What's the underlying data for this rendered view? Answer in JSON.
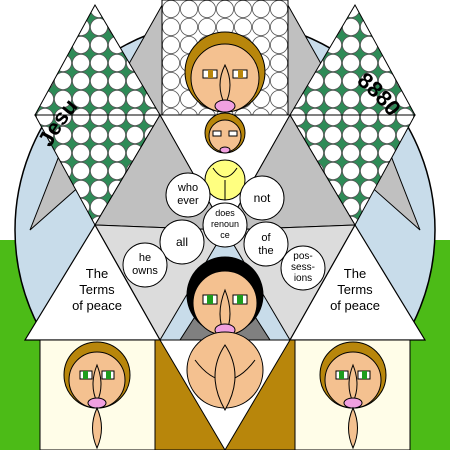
{
  "arc_text": {
    "left": "Jesu",
    "right": "8880"
  },
  "left_panel": {
    "line1": "The",
    "line2": "Terms",
    "line3": "of peace"
  },
  "right_panel": {
    "line1": "The",
    "line2": "Terms",
    "line3": "of peace"
  },
  "words": {
    "who": "who",
    "ever": "ever",
    "not": "not",
    "does": "does",
    "renoun": "renoun",
    "ce": "ce",
    "all": "all",
    "of": "of",
    "the": "the",
    "he": "he",
    "owns": "owns",
    "pos": "pos-",
    "sess": "sess-",
    "ions": "ions"
  },
  "colors": {
    "outer_disc": "#c8dcea",
    "gray_sector": "#c0c0c0",
    "grass": "#4cbb17",
    "skin": "#f4c190",
    "hair_brown": "#b8860b",
    "eye_green": "#1e9c1e",
    "lips_pink": "#f0a0e0",
    "halo_yellow": "#ffff80",
    "cream": "#fffde8"
  }
}
